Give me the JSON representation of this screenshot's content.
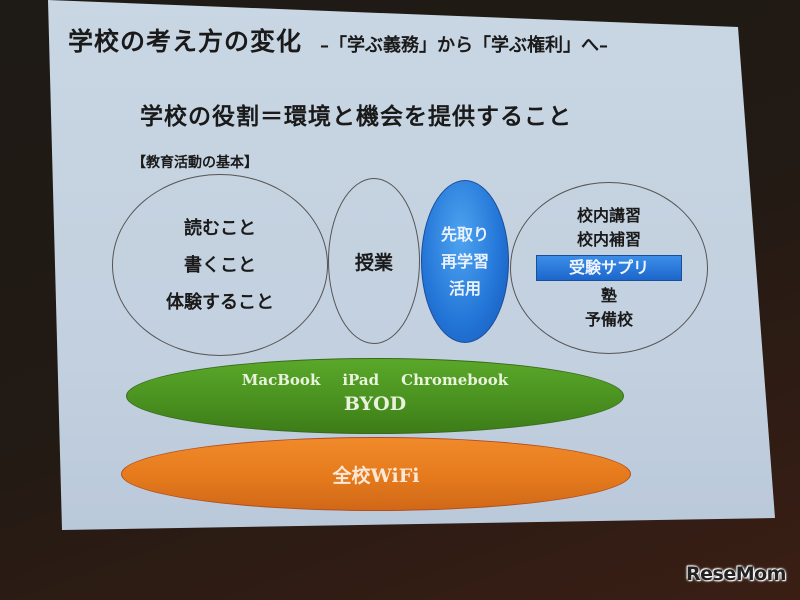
{
  "slide": {
    "title": "学校の考え方の変化",
    "subtitle": "–「学ぶ義務」から「学ぶ権利」へ–",
    "role_statement": "学校の役割＝環境と機会を提供すること",
    "basics_label": "【教育活動の基本】",
    "circles": {
      "basics": [
        "読むこと",
        "書くこと",
        "体験すること"
      ],
      "classes": "授業",
      "preview": [
        "先取り",
        "再学習",
        "活用"
      ],
      "extra": {
        "top": [
          "校内講習",
          "校内補習"
        ],
        "highlight": "受験サプリ",
        "bottom": [
          "塾",
          "予備校"
        ]
      }
    },
    "byod": {
      "devices": [
        "MacBook",
        "iPad",
        "Chromebook"
      ],
      "label": "BYOD"
    },
    "wifi": {
      "label": "全校WiFi"
    },
    "colors": {
      "preview_blue": "#2274d6",
      "byod_green": "#4a9220",
      "wifi_orange": "#e57a1c",
      "slide_bg": "#c4d2e0"
    }
  },
  "watermark": {
    "text": "ReseMom"
  }
}
